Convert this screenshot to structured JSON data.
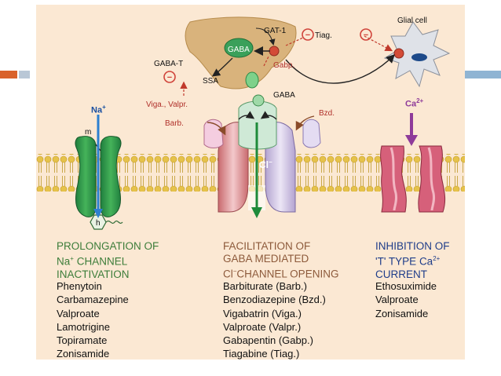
{
  "colors": {
    "background_panel": "#fbe8d3",
    "na_title": "#3d7d3a",
    "gaba_title": "#8d5a3b",
    "ca_title": "#1f3d8a",
    "drug_label": "#b0302a",
    "inhibit_symbol": "#d0433a",
    "accent_line": "#d9622b"
  },
  "icons": [
    "na-channel-icon",
    "gaba-receptor-icon",
    "glial-cell-icon",
    "ca-channel-icon",
    "presynaptic-terminal-icon"
  ],
  "labels": {
    "na_ion": "Na",
    "na_ion_sup": "+",
    "m_gate": "m",
    "h_gate": "h",
    "gaba": "GABA",
    "gat1": "GAT-1",
    "gaba_t": "GABA-T",
    "ssa": "SSA",
    "gaba_receptor": "GABA",
    "tiag": "Tiag.",
    "gabp": "Gabp.",
    "viga_valpr": "Viga., Valpr.",
    "barb": "Barb.",
    "bzd": "Bzd.",
    "cl_ion": "Cl",
    "cl_ion_sup": "−",
    "glial_cell": "Glial cell",
    "ca_ion": "Ca",
    "ca_ion_sup": "2+",
    "inhibit": "−"
  },
  "columns": {
    "na": {
      "title_lines": [
        "PROLONGATION OF",
        "CHANNEL",
        "INACTIVATION"
      ],
      "title_na": "Na",
      "title_na_sup": "+",
      "drugs": [
        "Phenytoin",
        "Carbamazepine",
        "Valproate",
        "Lamotrigine",
        "Topiramate",
        "Zonisamide"
      ]
    },
    "gaba": {
      "title_lines": [
        "FACILITATION OF",
        "GABA MEDIATED",
        "CHANNEL OPENING"
      ],
      "title_cl": "Cl",
      "title_cl_sup": "−",
      "drugs": [
        "Barbiturate (Barb.)",
        "Benzodiazepine (Bzd.)",
        "Vigabatrin (Viga.)",
        "Valproate (Valpr.)",
        "Gabapentin (Gabp.)",
        "Tiagabine (Tiag.)"
      ]
    },
    "ca": {
      "title_lines": [
        "INHIBITION OF",
        "'T' TYPE",
        "CURRENT"
      ],
      "title_ca": "Ca",
      "title_ca_sup": "2+",
      "drugs": [
        "Ethosuximide",
        "Valproate",
        "Zonisamide"
      ]
    }
  }
}
